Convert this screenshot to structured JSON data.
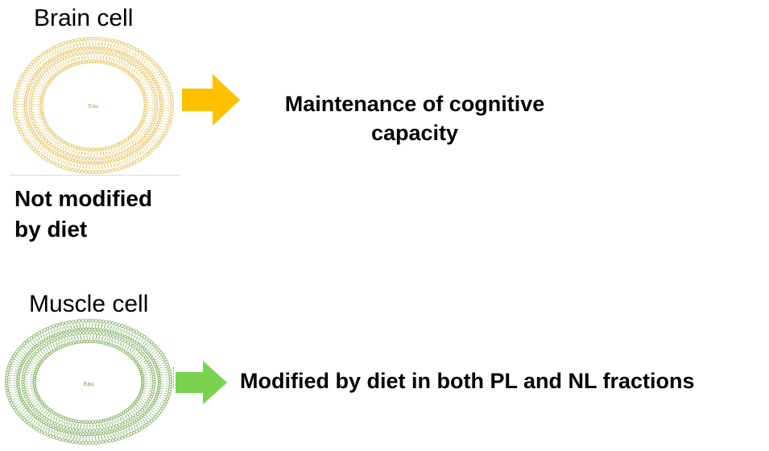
{
  "brain": {
    "title": "Brain cell",
    "water_label": "Eau",
    "outcome": "Maintenance of cognitive capacity",
    "note": "Not modified by diet",
    "color": "#E6C15C",
    "arrow_color": "#FFC000"
  },
  "muscle": {
    "title": "Muscle cell",
    "water_label": "Eau",
    "outcome": "Modified by diet in both PL and NL fractions",
    "color": "#7FAE5F",
    "arrow_color": "#7AD34F"
  }
}
